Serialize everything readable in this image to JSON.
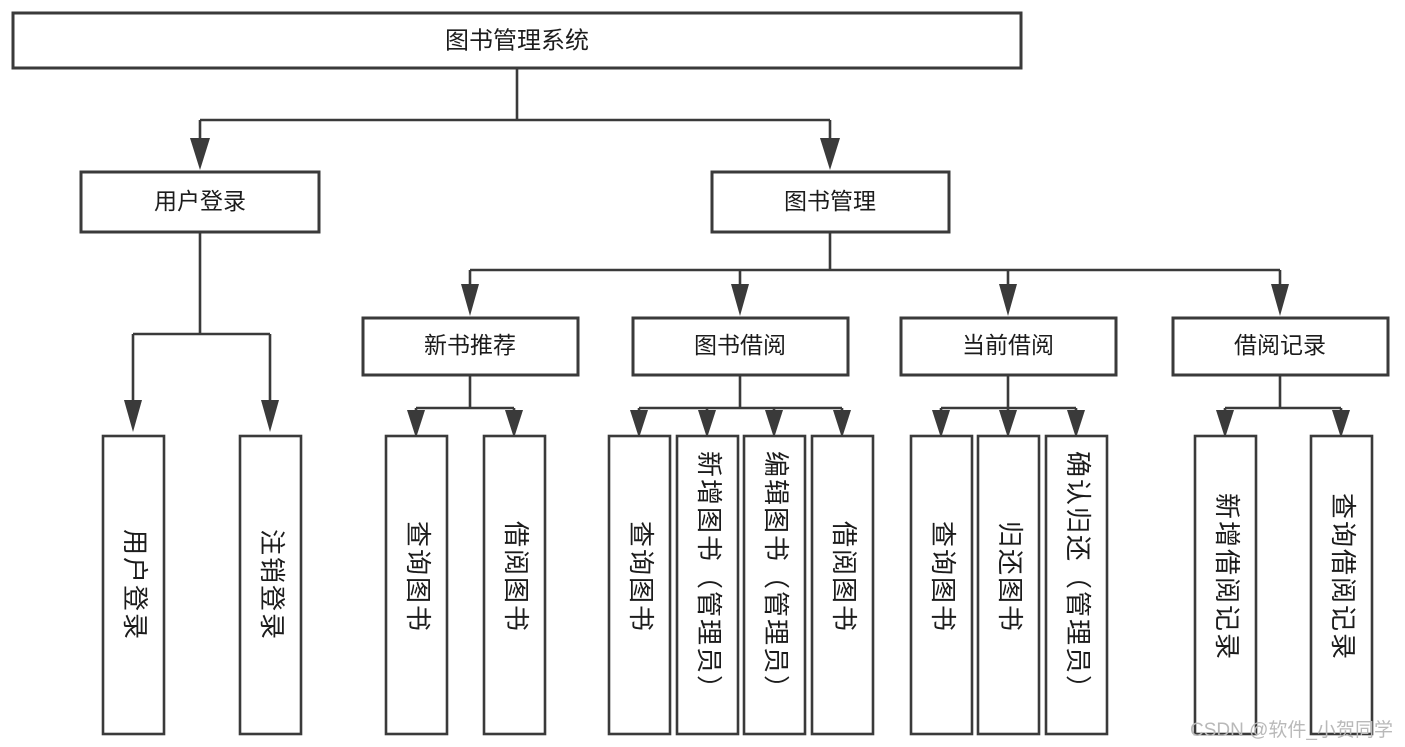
{
  "diagram": {
    "type": "tree-hierarchy-chart",
    "title": "图书管理系统",
    "orientation": "top-down",
    "levels": 3,
    "root": {
      "id": "root",
      "label": "图书管理系统",
      "text_orientation": "horizontal"
    },
    "level2": [
      {
        "id": "user-login",
        "label": "用户登录",
        "text_orientation": "horizontal"
      },
      {
        "id": "book-manage",
        "label": "图书管理",
        "text_orientation": "horizontal"
      }
    ],
    "level3": [
      {
        "id": "new-book-rec",
        "label": "新书推荐",
        "parent": "book-manage",
        "text_orientation": "horizontal"
      },
      {
        "id": "book-borrow",
        "label": "图书借阅",
        "parent": "book-manage",
        "text_orientation": "horizontal"
      },
      {
        "id": "current-borrow",
        "label": "当前借阅",
        "parent": "book-manage",
        "text_orientation": "horizontal"
      },
      {
        "id": "borrow-record",
        "label": "借阅记录",
        "parent": "book-manage",
        "text_orientation": "horizontal"
      }
    ],
    "leaves": {
      "user-login": [
        {
          "id": "leaf-user-login",
          "label": "用户登录",
          "text_orientation": "vertical"
        },
        {
          "id": "leaf-user-logout",
          "label": "注销登录",
          "text_orientation": "vertical"
        }
      ],
      "new-book-rec": [
        {
          "id": "leaf-query-book-1",
          "label": "查询图书",
          "text_orientation": "vertical"
        },
        {
          "id": "leaf-borrow-book-1",
          "label": "借阅图书",
          "text_orientation": "vertical"
        }
      ],
      "book-borrow": [
        {
          "id": "leaf-query-book-2",
          "label": "查询图书",
          "text_orientation": "vertical"
        },
        {
          "id": "leaf-add-book",
          "label": "新增图书（管理员）",
          "text_orientation": "vertical"
        },
        {
          "id": "leaf-edit-book",
          "label": "编辑图书（管理员）",
          "text_orientation": "vertical"
        },
        {
          "id": "leaf-borrow-book-2",
          "label": "借阅图书",
          "text_orientation": "vertical"
        }
      ],
      "current-borrow": [
        {
          "id": "leaf-query-book-3",
          "label": "查询图书",
          "text_orientation": "vertical"
        },
        {
          "id": "leaf-return-book",
          "label": "归还图书",
          "text_orientation": "vertical"
        },
        {
          "id": "leaf-confirm-return",
          "label": "确认归还（管理员）",
          "text_orientation": "vertical"
        }
      ],
      "borrow-record": [
        {
          "id": "leaf-add-record",
          "label": "新增借阅记录",
          "text_orientation": "vertical"
        },
        {
          "id": "leaf-query-record",
          "label": "查询借阅记录",
          "text_orientation": "vertical"
        }
      ]
    },
    "colors": {
      "background": "#ffffff",
      "box_fill": "#ffffff",
      "box_stroke": "#3a3a3a",
      "connector": "#3a3a3a",
      "text": "#1c1c1c",
      "watermark": "#b9b9b9"
    }
  },
  "watermark": {
    "text": "CSDN @软件_小贺同学"
  }
}
